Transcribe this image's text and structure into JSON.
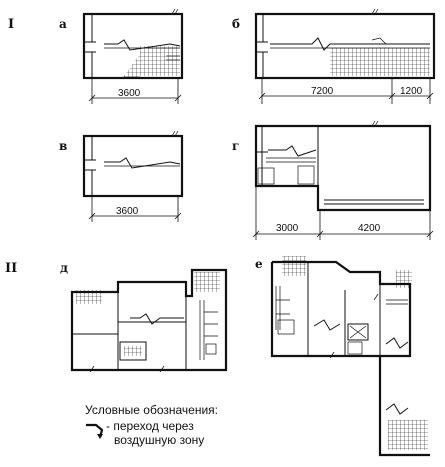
{
  "labels": {
    "section_1": "I",
    "section_2": "II",
    "a": "а",
    "b": "б",
    "v": "в",
    "g": "г",
    "d": "д",
    "e": "е"
  },
  "dimensions": {
    "a_width": "3600",
    "b_width": "7200",
    "b_balcony": "1200",
    "v_width": "3600",
    "g_left": "3000",
    "g_right": "4200"
  },
  "legend": {
    "title": "Условные обозначения:",
    "item_line1": "- переход  через",
    "item_line2": "воздушную зону"
  }
}
